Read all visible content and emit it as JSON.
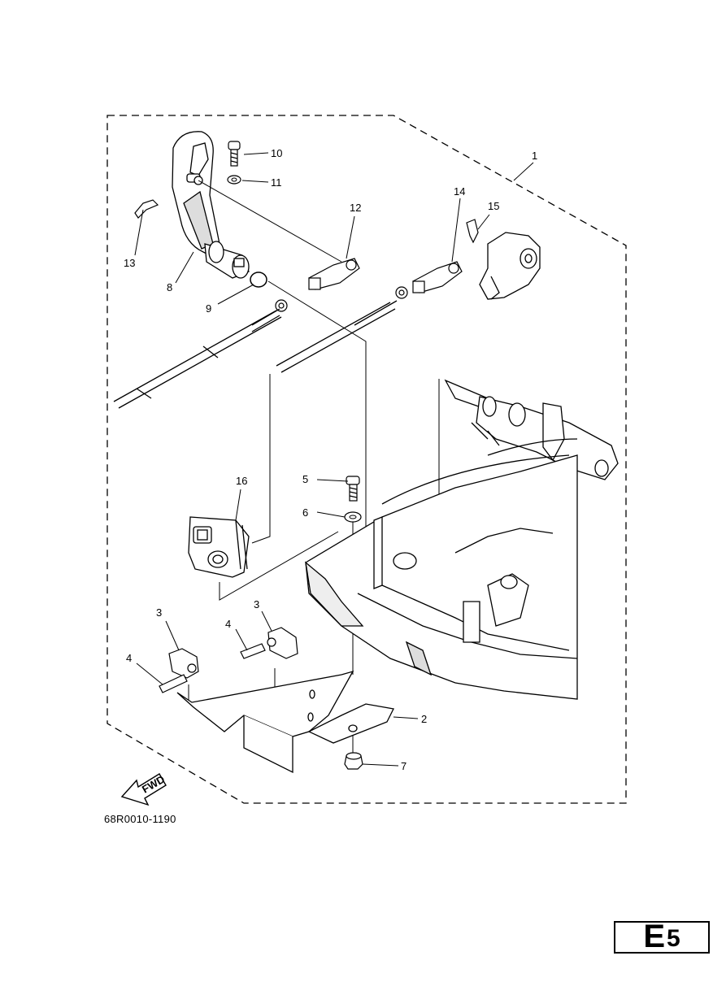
{
  "diagram": {
    "callouts": [
      {
        "id": "c10",
        "text": "10"
      },
      {
        "id": "c11",
        "text": "11"
      },
      {
        "id": "c1",
        "text": "1"
      },
      {
        "id": "c12",
        "text": "12"
      },
      {
        "id": "c14",
        "text": "14"
      },
      {
        "id": "c15",
        "text": "15"
      },
      {
        "id": "c13",
        "text": "13"
      },
      {
        "id": "c8",
        "text": "8"
      },
      {
        "id": "c9",
        "text": "9"
      },
      {
        "id": "c16",
        "text": "16"
      },
      {
        "id": "c5",
        "text": "5"
      },
      {
        "id": "c6",
        "text": "6"
      },
      {
        "id": "c3a",
        "text": "3"
      },
      {
        "id": "c3b",
        "text": "3"
      },
      {
        "id": "c4a",
        "text": "4"
      },
      {
        "id": "c4b",
        "text": "4"
      },
      {
        "id": "c2",
        "text": "2"
      },
      {
        "id": "c7",
        "text": "7"
      }
    ],
    "fwd_label": "FWD"
  },
  "footer": {
    "figure_code": "68R0010-1190",
    "section_letter": "E",
    "section_number": "5"
  }
}
